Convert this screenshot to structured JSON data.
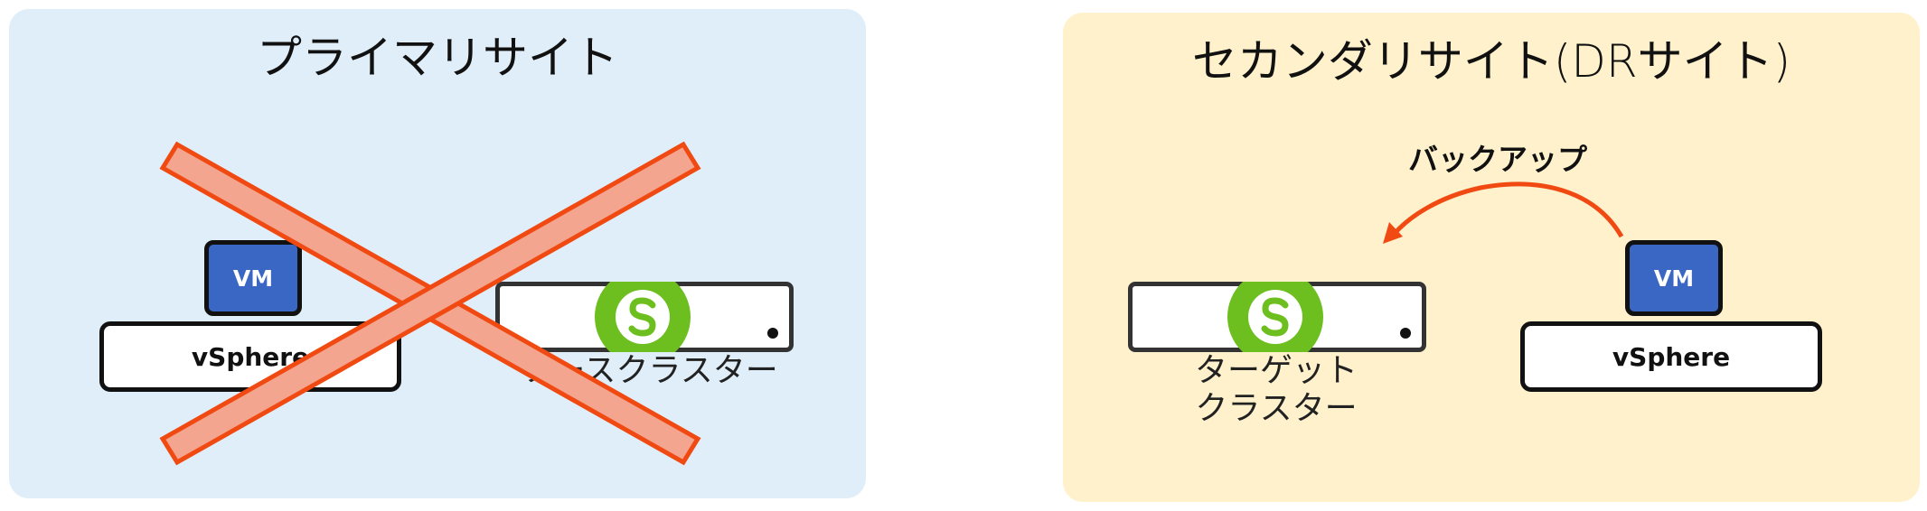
{
  "primary_site": {
    "title": "プライマリサイト",
    "vm_label": "VM",
    "vsphere_label": "vSphere",
    "cluster_caption": "ソースクラスター",
    "status": "failed"
  },
  "secondary_site": {
    "title": "セカンダリサイト(DRサイト)",
    "vm_label": "VM",
    "vsphere_label": "vSphere",
    "cluster_caption_line1": "ターゲット",
    "cluster_caption_line2": "クラスター",
    "arrow_label": "バックアップ"
  },
  "colors": {
    "primary_bg": "#dfeef8",
    "secondary_bg": "#fff1cc",
    "vm_blue": "#3b67c4",
    "logo_green": "#6cbf1e",
    "arrow_orange": "#f04a12",
    "cross_fill": "#f4a58f",
    "cross_stroke": "#f04a12"
  },
  "icons": {
    "logo": "storage-s-logo-icon",
    "failure": "cross-x-icon"
  }
}
